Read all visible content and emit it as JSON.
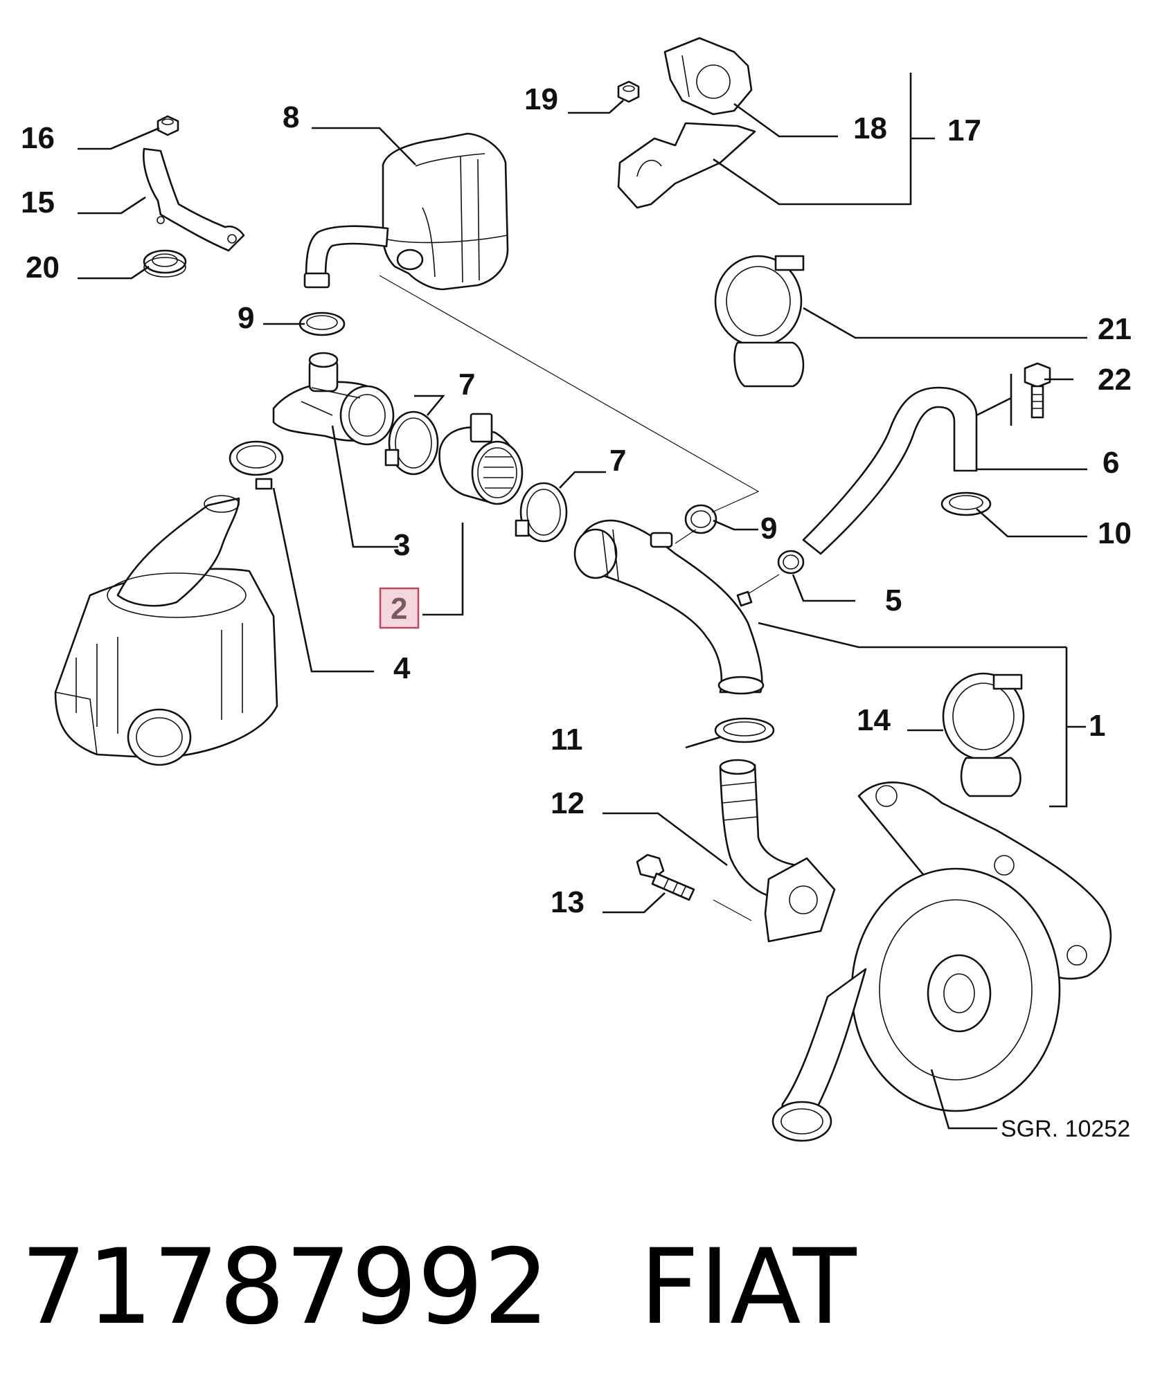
{
  "callouts": {
    "c1": "1",
    "c2": "2",
    "c3": "3",
    "c4": "4",
    "c5": "5",
    "c6": "6",
    "c7a": "7",
    "c7b": "7",
    "c8": "8",
    "c9a": "9",
    "c9b": "9",
    "c10": "10",
    "c11": "11",
    "c12": "12",
    "c13": "13",
    "c14": "14",
    "c15": "15",
    "c16": "16",
    "c17": "17",
    "c18": "18",
    "c19": "19",
    "c20": "20",
    "c21": "21",
    "c22": "22"
  },
  "highlighted_callout": "2",
  "highlight_color": "#c0475a",
  "drawing_code": "SGR. 10252",
  "footer": {
    "part_number": "71787992",
    "brand": "FIAT"
  }
}
